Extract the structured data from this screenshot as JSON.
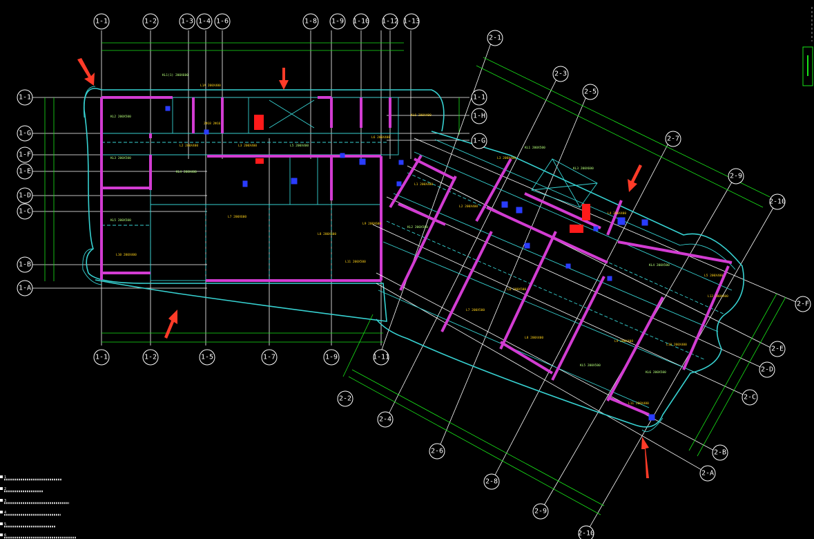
{
  "drawing": {
    "type": "CAD structural floor framing plan",
    "theme": "black background",
    "colors": {
      "background": "#000000",
      "gridlines": "#ffffff",
      "dimensions": "#19e619",
      "walls": "#37d2d2",
      "beams": "#d23cd2",
      "columns": "#2a3cff",
      "annotations": "#ffd21a",
      "callout_arrows": "#ff3b28"
    }
  },
  "axes": {
    "block1_top": [
      "1-1",
      "1-2",
      "1-3",
      "1-4",
      "1-6",
      "1-8",
      "1-9",
      "1-10",
      "1-12",
      "1-13"
    ],
    "block1_bottom": [
      "1-1",
      "1-2",
      "1-5",
      "1-7",
      "1-9",
      "1-11"
    ],
    "block1_left": [
      "1-1",
      "1-G",
      "1-F",
      "1-E",
      "1-D",
      "1-C",
      "1-B",
      "1-A"
    ],
    "block1_right": [
      "1-1",
      "1-H",
      "1-G"
    ],
    "block2_top": [
      "2-1",
      "2-3",
      "2-5",
      "2-7",
      "2-9",
      "2-10"
    ],
    "block2_right": [
      "2-F",
      "2-E",
      "2-D",
      "2-C",
      "2-B",
      "2-A"
    ],
    "block2_bottom": [
      "2-2",
      "2-4",
      "2-6",
      "2-8",
      "2-9",
      "2-10"
    ]
  },
  "callout_arrows": [
    "arrow-top-left",
    "arrow-top",
    "arrow-right",
    "arrow-bottom-left",
    "arrow-bottom-right"
  ],
  "notes": [
    "1",
    "2",
    "3",
    "4",
    "5",
    "6"
  ]
}
